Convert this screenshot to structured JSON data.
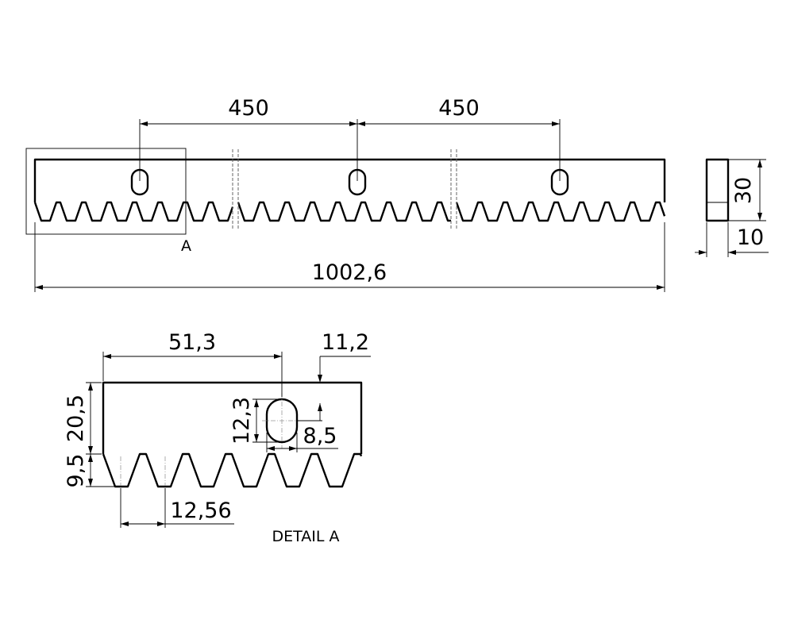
{
  "main_view": {
    "pitch_dim_1": "450",
    "pitch_dim_2": "450",
    "length_dim": "1002,6",
    "detail_marker": "A"
  },
  "side_view": {
    "height_dim": "30",
    "width_dim": "10"
  },
  "detail_view": {
    "title": "DETAIL A",
    "hole_offset_x": "51,3",
    "hole_offset_y": "11,2",
    "hole_height": "12,3",
    "hole_width": "8,5",
    "body_height": "20,5",
    "tooth_height": "9,5",
    "tooth_pitch": "12,56"
  }
}
